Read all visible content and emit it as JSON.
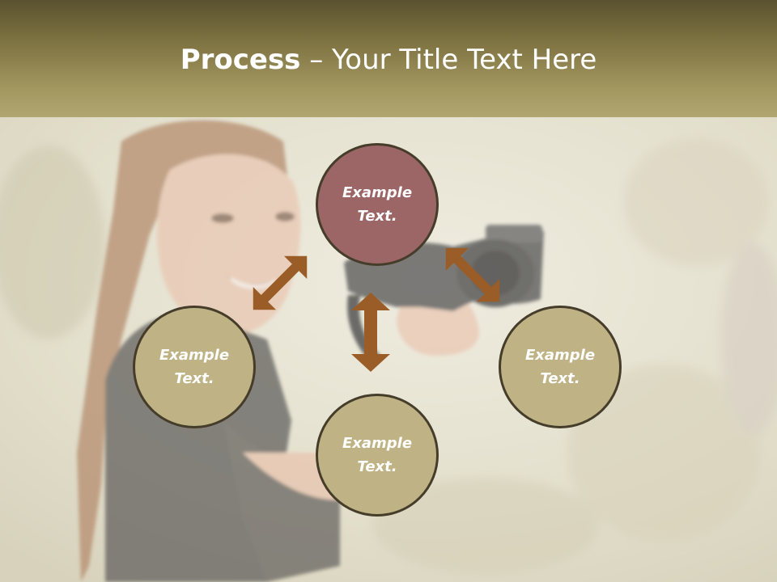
{
  "title": {
    "bold": "Process",
    "rest": " – Your Title Text Here"
  },
  "photo": {
    "icon": "woman-with-camera-photo",
    "header_color": "#a39760"
  },
  "nodes": [
    {
      "id": "top",
      "text": "Example Text.",
      "color": "#9c6667"
    },
    {
      "id": "left",
      "text": "Example Text.",
      "color": "#bfb386"
    },
    {
      "id": "right",
      "text": "Example Text.",
      "color": "#bfb386"
    },
    {
      "id": "bottom",
      "text": "Example Text.",
      "color": "#bfb386"
    }
  ],
  "arrow_color": "#9a5d28"
}
